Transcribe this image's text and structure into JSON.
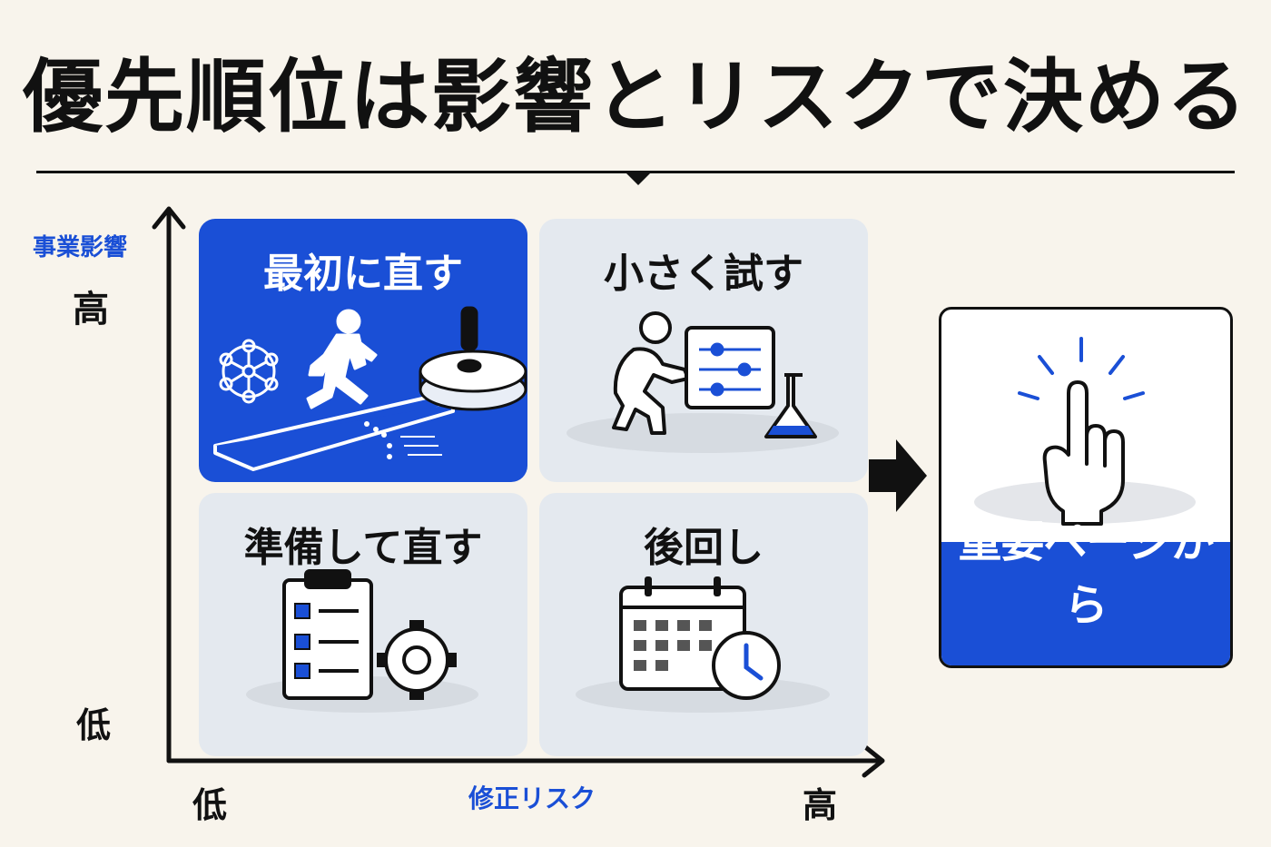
{
  "title": "優先順位は影響とリスクで決める",
  "axes": {
    "y_label": "事業影響",
    "y_high": "高",
    "y_low": "低",
    "x_label": "修正リスク",
    "x_low": "低",
    "x_high": "高"
  },
  "quadrants": {
    "top_left": {
      "label": "最初に直す",
      "icon": "runner-jumping-target-icon"
    },
    "top_right": {
      "label": "小さく試す",
      "icon": "person-sliders-flask-icon"
    },
    "bottom_left": {
      "label": "準備して直す",
      "icon": "checklist-gear-icon"
    },
    "bottom_right": {
      "label": "後回し",
      "icon": "calendar-clock-icon"
    }
  },
  "callout": {
    "label": "重要ページから",
    "icon": "pointing-finger-icon"
  },
  "colors": {
    "accent": "#1a4fd6",
    "background": "#f8f4ec",
    "quadrant": "#e4e9ef"
  }
}
